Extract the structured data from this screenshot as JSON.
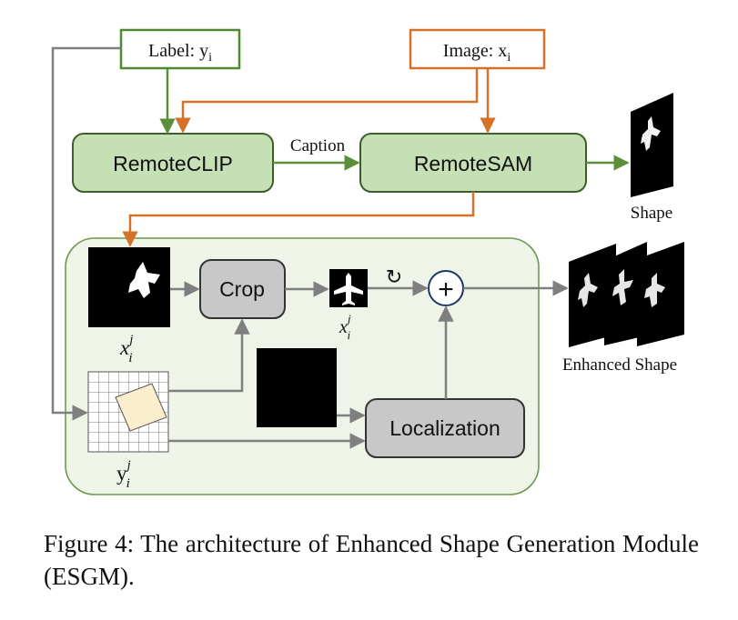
{
  "nodes": {
    "label": {
      "prefix": "Label: ",
      "var": "y",
      "sub": "i"
    },
    "image": {
      "prefix": "Image: ",
      "var": "x",
      "sub": "i"
    },
    "remoteclip": "RemoteCLIP",
    "remotesam": "RemoteSAM",
    "crop": "Crop",
    "localization": "Localization",
    "plus": "+"
  },
  "edge_labels": {
    "caption": "Caption"
  },
  "output_labels": {
    "shape": "Shape",
    "enhanced_shape": "Enhanced Shape"
  },
  "math_labels": {
    "x": "x",
    "x_sup": "j",
    "x_sub": "i",
    "y": "y",
    "y_sup": "j",
    "y_sub": "i",
    "rotate": "↻"
  },
  "colors": {
    "green_arrow": "#5b8f3a",
    "orange_arrow": "#d4722a",
    "gray_arrow": "#7f7f7f",
    "green_node_fill": "#c5e0b4",
    "green_node_stroke": "#3e5e2a",
    "gray_node_fill": "#c8c8c8",
    "panel_fill": "#eef5e8",
    "panel_stroke": "#6b9a4e",
    "label_box_stroke": "#4e8a33",
    "image_box_stroke": "#d4722a",
    "mask_square_fill": "#fbeecd"
  },
  "figure_caption": "Figure 4: The architecture of Enhanced Shape Generation Module (ESGM)."
}
